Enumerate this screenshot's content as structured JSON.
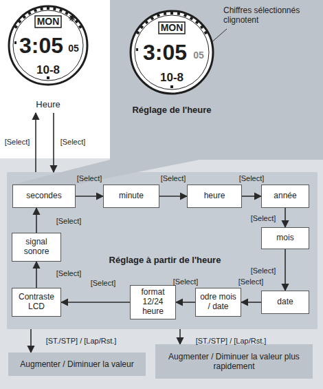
{
  "diagram": {
    "nodes": [
      {
        "text": [
          "MON",
          "3:05",
          "05",
          "10-8",
          "Heure"
        ]
      },
      {
        "text": [
          "Chiffres sélectionnés clignotent",
          "Réglage de l'heure"
        ]
      },
      {
        "text": [
          "MON",
          "3:05",
          "05",
          "10-8"
        ],
        "in": 1
      },
      {
        "text": [
          "Réglage à partir de l'heure"
        ]
      },
      {
        "text": [
          "secondes"
        ],
        "in": 3
      },
      {
        "text": [
          "minute"
        ],
        "in": 3
      },
      {
        "text": [
          "heure"
        ],
        "in": 3
      },
      {
        "text": [
          "année"
        ],
        "in": 3
      },
      {
        "text": [
          "mois"
        ],
        "in": 3
      },
      {
        "text": [
          "date"
        ],
        "in": 3
      },
      {
        "text": [
          "odre mois / date"
        ],
        "in": 3
      },
      {
        "text": [
          "format 12/24 heure"
        ],
        "in": 3
      },
      {
        "text": [
          "Contraste LCD"
        ],
        "in": 3
      },
      {
        "text": [
          "signal sonore"
        ],
        "in": 3
      },
      {
        "text": [
          "Augmenter / Diminuer la valeur"
        ]
      },
      {
        "text": [
          "Augmenter / Diminuer la valeur plus rapidement"
        ]
      }
    ],
    "edges": [
      {
        "from": 0,
        "to": 3,
        "arrow": "to",
        "label": "[Select]"
      },
      {
        "from": 3,
        "to": 0,
        "arrow": "to",
        "label": "[Select]"
      },
      {
        "from": 4,
        "to": 5,
        "arrow": "to",
        "label": "[Select]"
      },
      {
        "from": 5,
        "to": 6,
        "arrow": "to",
        "label": "[Select]"
      },
      {
        "from": 6,
        "to": 7,
        "arrow": "to",
        "label": "[Select]"
      },
      {
        "from": 7,
        "to": 8,
        "arrow": "to",
        "label": "[Select]"
      },
      {
        "from": 8,
        "to": 9,
        "arrow": "to",
        "label": "[Select]"
      },
      {
        "from": 9,
        "to": 10,
        "arrow": "to",
        "label": "[Select]"
      },
      {
        "from": 10,
        "to": 11,
        "arrow": "to",
        "label": "[Select]"
      },
      {
        "from": 11,
        "to": 12,
        "arrow": "to",
        "label": "[Select]"
      },
      {
        "from": 12,
        "to": 13,
        "arrow": "to",
        "label": "[Select]"
      },
      {
        "from": 13,
        "to": 4,
        "arrow": "to",
        "label": "[Select]"
      },
      {
        "from": 3,
        "to": 14,
        "arrow": "to",
        "label": "[ST./STP] / [Lap/Rst.]"
      },
      {
        "from": 3,
        "to": 15,
        "arrow": "to",
        "label": "[ST./STP] / [Lap/Rst.]"
      }
    ]
  }
}
